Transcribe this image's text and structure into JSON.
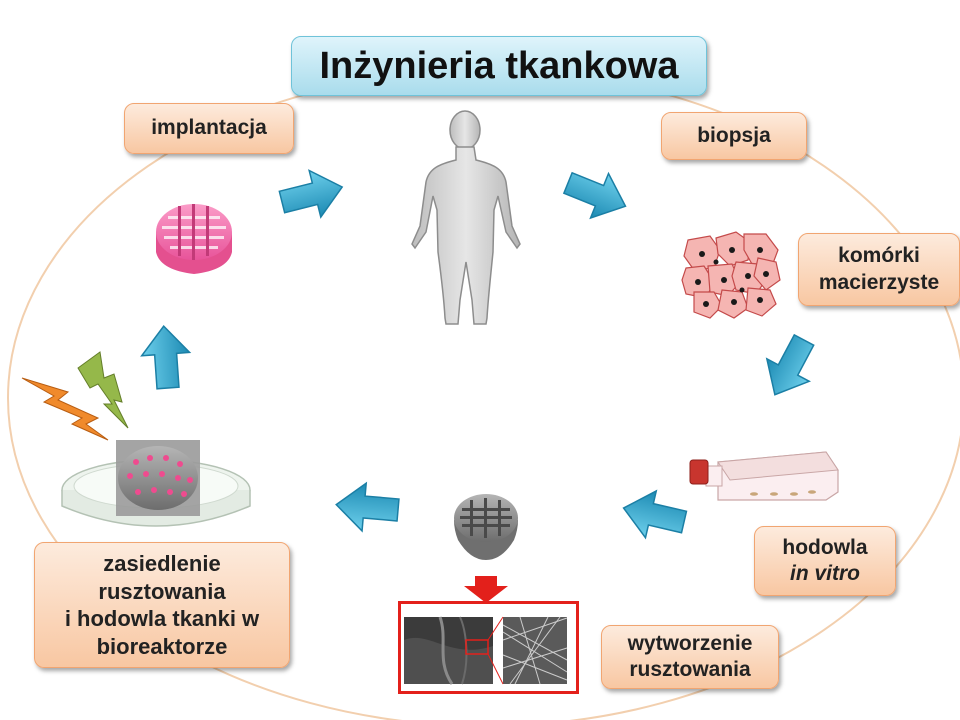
{
  "title": "Inżynieria tkankowa",
  "labels": {
    "implantacja": "implantacja",
    "biopsja": "biopsja",
    "komorki_1": "komórki",
    "komorki_2": "macierzyste",
    "hodowla_1": "hodowla",
    "hodowla_2": "in vitro",
    "wytworzenie_1": "wytworzenie",
    "wytworzenie_2": "rusztowania",
    "zasiedlenie_1": "zasiedlenie",
    "zasiedlenie_2": "rusztowania",
    "zasiedlenie_3": "i hodowla tkanki w",
    "zasiedlenie_4": "bioreaktorze"
  },
  "icons": [
    "human-figure-icon",
    "stem-cells-icon",
    "culture-flask-icon",
    "scaffold-icon",
    "sem-micrograph-icon",
    "bioreactor-dish-icon",
    "implant-scaffold-icon",
    "lightning-icon"
  ],
  "colors": {
    "title_fill": "#a9dcec",
    "label_fill": "#f8c7a2",
    "label_border": "#f1a571",
    "arrow": "#2a9fc4",
    "cycle_ellipse": "#f2cfae",
    "sem_frame": "#e3201b",
    "implant": "#f06aa8",
    "scaffold": "#8a8a8a"
  }
}
